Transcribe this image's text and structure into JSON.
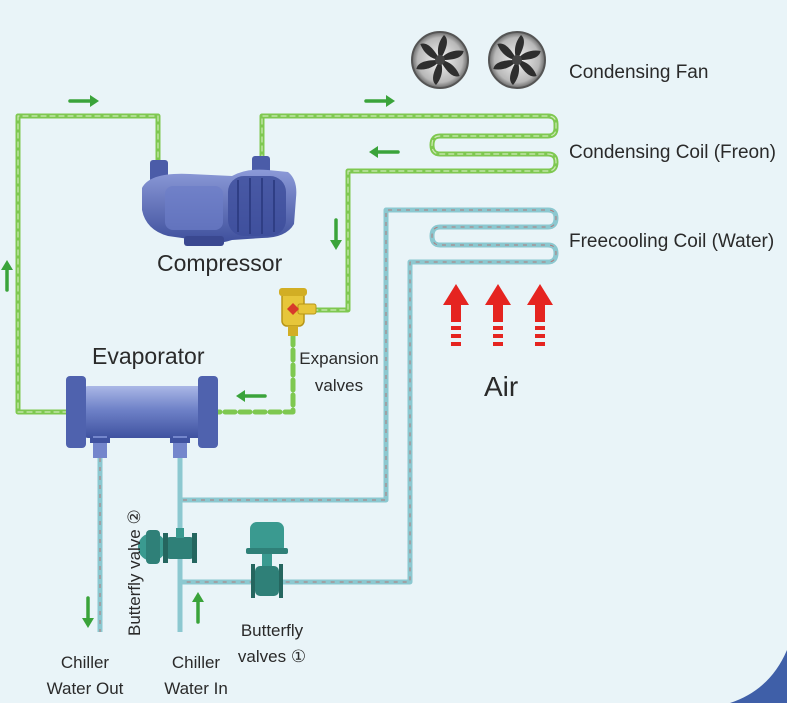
{
  "labels": {
    "condensing_fan": "Condensing Fan",
    "condensing_coil": "Condensing Coil (Freon)",
    "freecooling_coil": "Freecooling Coil (Water)",
    "compressor": "Compressor",
    "evaporator": "Evaporator",
    "expansion_line1": "Expansion",
    "expansion_line2": "valves",
    "air": "Air",
    "butterfly2": "Butterfly valve ②",
    "butterfly1_line1": "Butterfly",
    "butterfly1_line2": "valves ①",
    "chiller_out_line1": "Chiller",
    "chiller_out_line2": "Water Out",
    "chiller_in_line1": "Chiller",
    "chiller_in_line2": "Water In"
  },
  "colors": {
    "background": "#e9f4f8",
    "freon_pipe": "#7ec850",
    "water_pipe": "#8cc8d0",
    "flow_arrow": "#3aa33a",
    "air_arrow": "#e52420",
    "equipment": "#5a6fb8",
    "valve": "#3a9a90",
    "expansion_valve": "#e7c63a"
  }
}
